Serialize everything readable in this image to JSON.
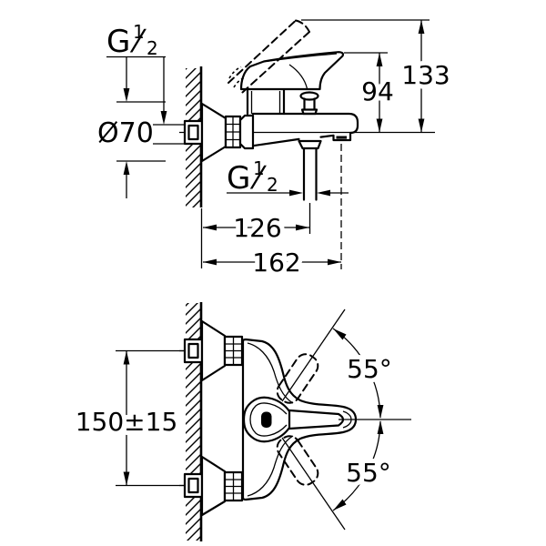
{
  "colors": {
    "line": "#000000",
    "background": "#ffffff"
  },
  "side_view": {
    "wall_thread_label": {
      "prefix": "G",
      "numerator": "1",
      "slash": "⁄",
      "denominator": "2"
    },
    "escutcheon_diameter_label": "Ø70",
    "handle_height_open": "133",
    "handle_height": "94",
    "outlet_thread_label": {
      "prefix": "G",
      "numerator": "1",
      "slash": "⁄",
      "denominator": "2"
    },
    "wall_to_outlet_depth": "126",
    "wall_to_spout_depth": "162"
  },
  "plan_view": {
    "inlet_spacing": "150±15",
    "handle_swivel_angle_upper": "55°",
    "handle_swivel_angle_lower": "55°"
  }
}
